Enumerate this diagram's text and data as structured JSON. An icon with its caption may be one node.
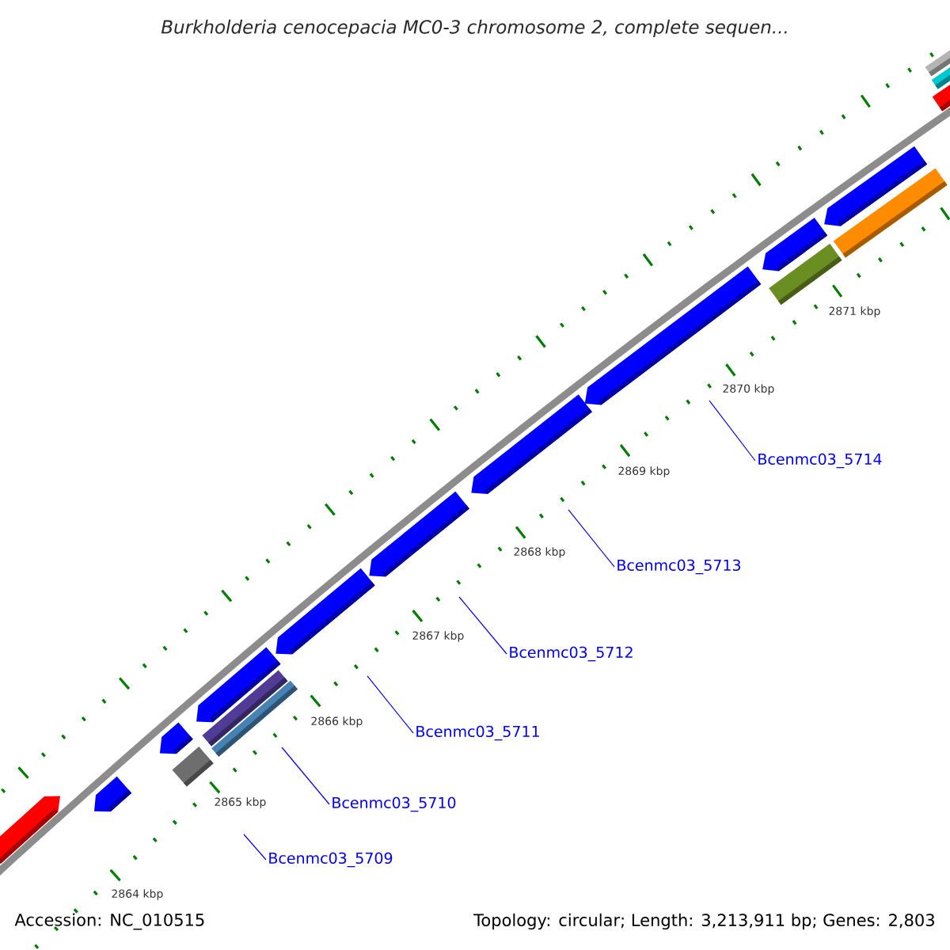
{
  "diagram": {
    "title": "Burkholderia cenocepacia MC0-3 chromosome 2, complete sequen...",
    "nodes": [
      {
        "text": [
          "Bcenmc03_5709"
        ]
      },
      {
        "text": [
          "Bcenmc03_5710"
        ]
      },
      {
        "text": [
          "Bcenmc03_5711"
        ]
      },
      {
        "text": [
          "Bcenmc03_5712"
        ]
      },
      {
        "text": [
          "Bcenmc03_5713"
        ]
      },
      {
        "text": [
          "Bcenmc03_5714"
        ]
      }
    ],
    "edges": [
      {
        "from": 0,
        "to": null,
        "arrow": "none"
      },
      {
        "from": 1,
        "to": null,
        "arrow": "none"
      },
      {
        "from": 2,
        "to": null,
        "arrow": "none"
      },
      {
        "from": 3,
        "to": null,
        "arrow": "none"
      },
      {
        "from": 4,
        "to": null,
        "arrow": "none"
      },
      {
        "from": 5,
        "to": null,
        "arrow": "none"
      }
    ],
    "labels": [
      "2864 kbp",
      "2865 kbp",
      "2866 kbp",
      "2867 kbp",
      "2868 kbp",
      "2869 kbp",
      "2870 kbp",
      "2871 kbp",
      "Accession: NC_010515",
      "Topology: circular; Length: 3,213,911 bp; Genes: 2,803"
    ]
  }
}
